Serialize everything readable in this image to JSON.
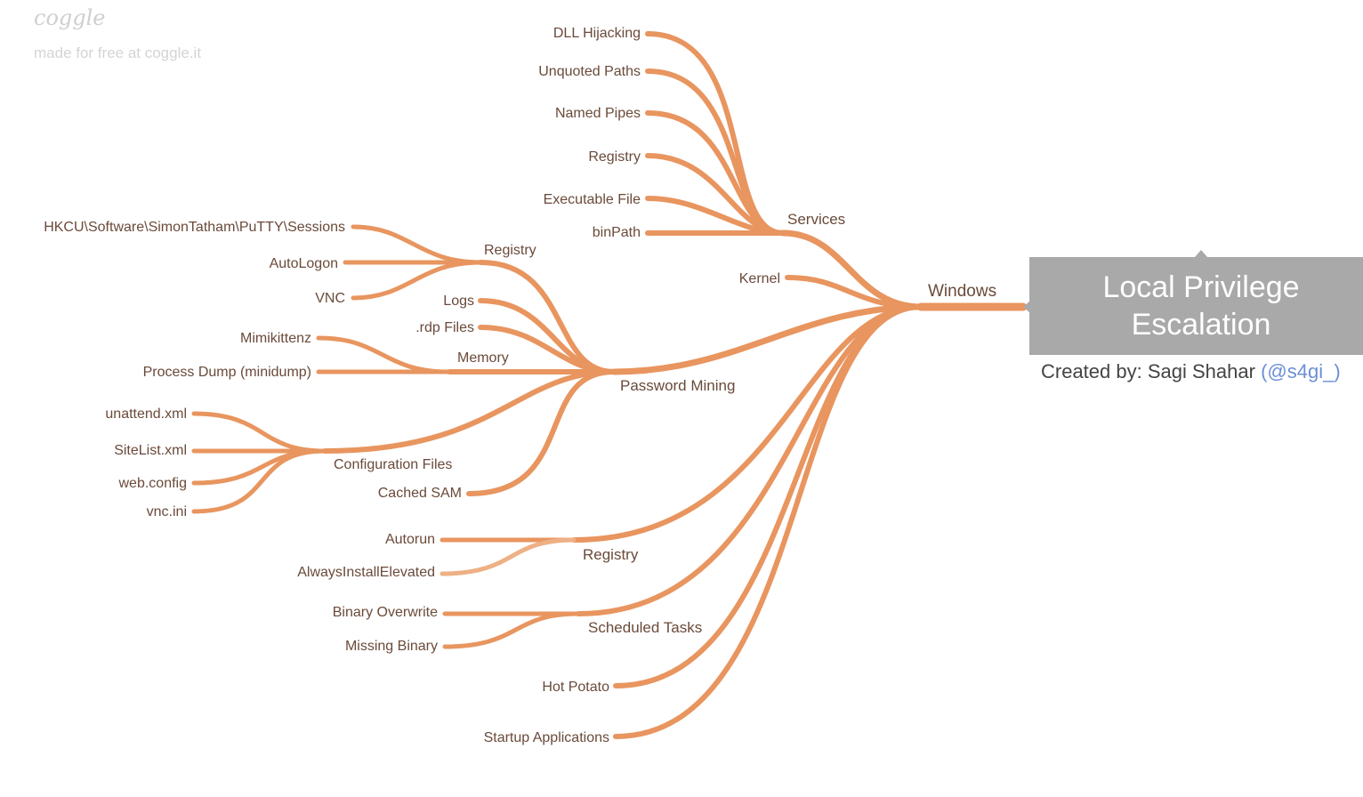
{
  "watermark": {
    "logo": "coggle",
    "text": "made for free at coggle.it"
  },
  "root": {
    "title_line1": "Local Privilege",
    "title_line2": "Escalation"
  },
  "credit": {
    "prefix": "Created by: Sagi Shahar",
    "handle": "(@s4gi_)"
  },
  "colors": {
    "branch": "#e8955f",
    "branch_light": "#eeb085",
    "label": "#6a4a3a",
    "root_box": "#a9a9a9"
  },
  "nodes": {
    "windows": "Windows",
    "services": "Services",
    "dll_hijacking": "DLL Hijacking",
    "unquoted_paths": "Unquoted Paths",
    "named_pipes": "Named Pipes",
    "services_registry": "Registry",
    "executable_file": "Executable File",
    "binpath": "binPath",
    "kernel": "Kernel",
    "password_mining": "Password Mining",
    "pm_registry": "Registry",
    "putty_sessions": "HKCU\\Software\\SimonTatham\\PuTTY\\Sessions",
    "autologon": "AutoLogon",
    "vnc": "VNC",
    "logs": "Logs",
    "rdp_files": ".rdp Files",
    "memory": "Memory",
    "mimikittenz": "Mimikittenz",
    "process_dump": "Process Dump (minidump)",
    "configuration_files": "Configuration Files",
    "unattend_xml": "unattend.xml",
    "sitelist_xml": "SiteList.xml",
    "web_config": "web.config",
    "vnc_ini": "vnc.ini",
    "cached_sam": "Cached SAM",
    "registry": "Registry",
    "autorun": "Autorun",
    "always_install_elevated": "AlwaysInstallElevated",
    "scheduled_tasks": "Scheduled Tasks",
    "binary_overwrite": "Binary Overwrite",
    "missing_binary": "Missing Binary",
    "hot_potato": "Hot Potato",
    "startup_applications": "Startup Applications"
  }
}
